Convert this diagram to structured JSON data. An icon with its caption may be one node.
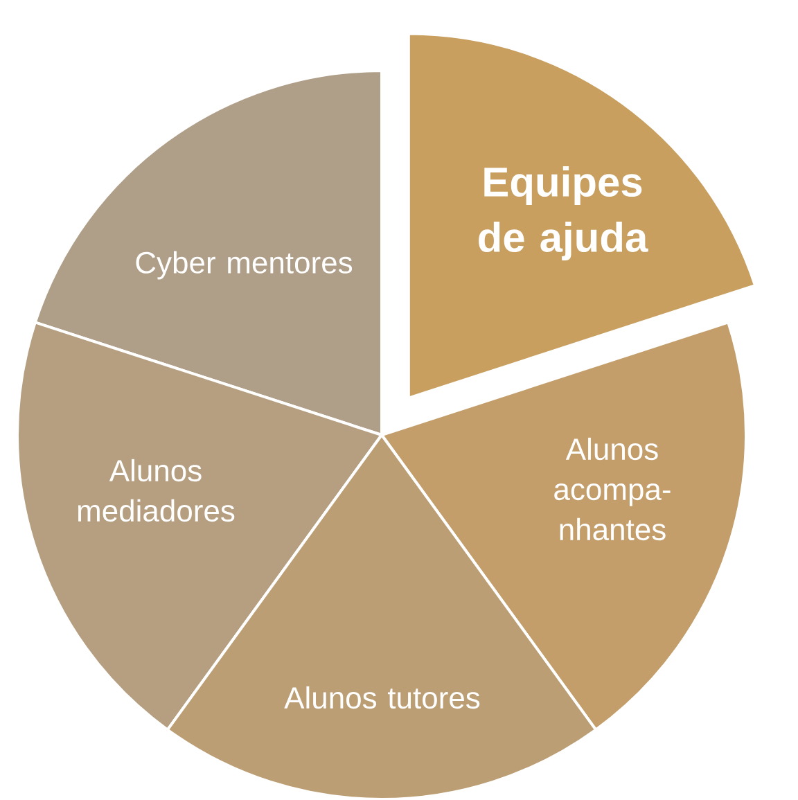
{
  "diagram": {
    "nodes": [
      {
        "text": [
          "Equipes de ajuda"
        ]
      },
      {
        "text": [
          "Cyber mentores"
        ]
      },
      {
        "text": [
          "Alunos acompa- nhantes"
        ]
      },
      {
        "text": [
          "Alunos mediadores"
        ]
      },
      {
        "text": [
          "Alunos tutores"
        ]
      }
    ]
  }
}
